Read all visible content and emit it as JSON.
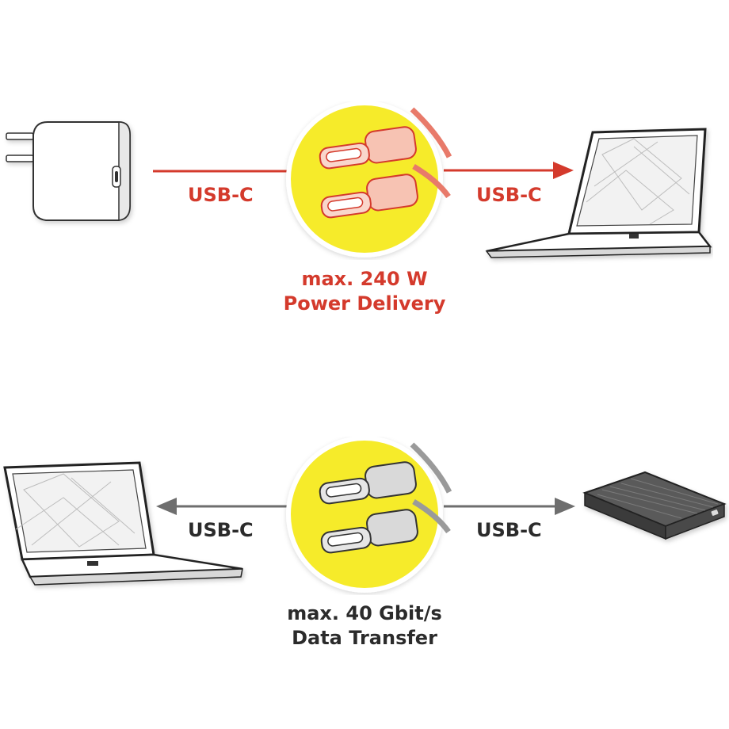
{
  "power_section": {
    "left_label": "USB-C",
    "right_label": "USB-C",
    "caption_line1": "max. 240 W",
    "caption_line2": "Power Delivery",
    "accent_color": "#d43a2c",
    "left_device_icon": "wall-charger-icon",
    "right_device_icon": "laptop-icon"
  },
  "data_section": {
    "left_label": "USB-C",
    "right_label": "USB-C",
    "caption_line1": "max. 40 Gbit/s",
    "caption_line2": "Data Transfer",
    "arrow_color": "#6e6e6e",
    "left_device_icon": "laptop-icon",
    "right_device_icon": "external-drive-icon"
  },
  "circle_color": "#f6eb2a"
}
